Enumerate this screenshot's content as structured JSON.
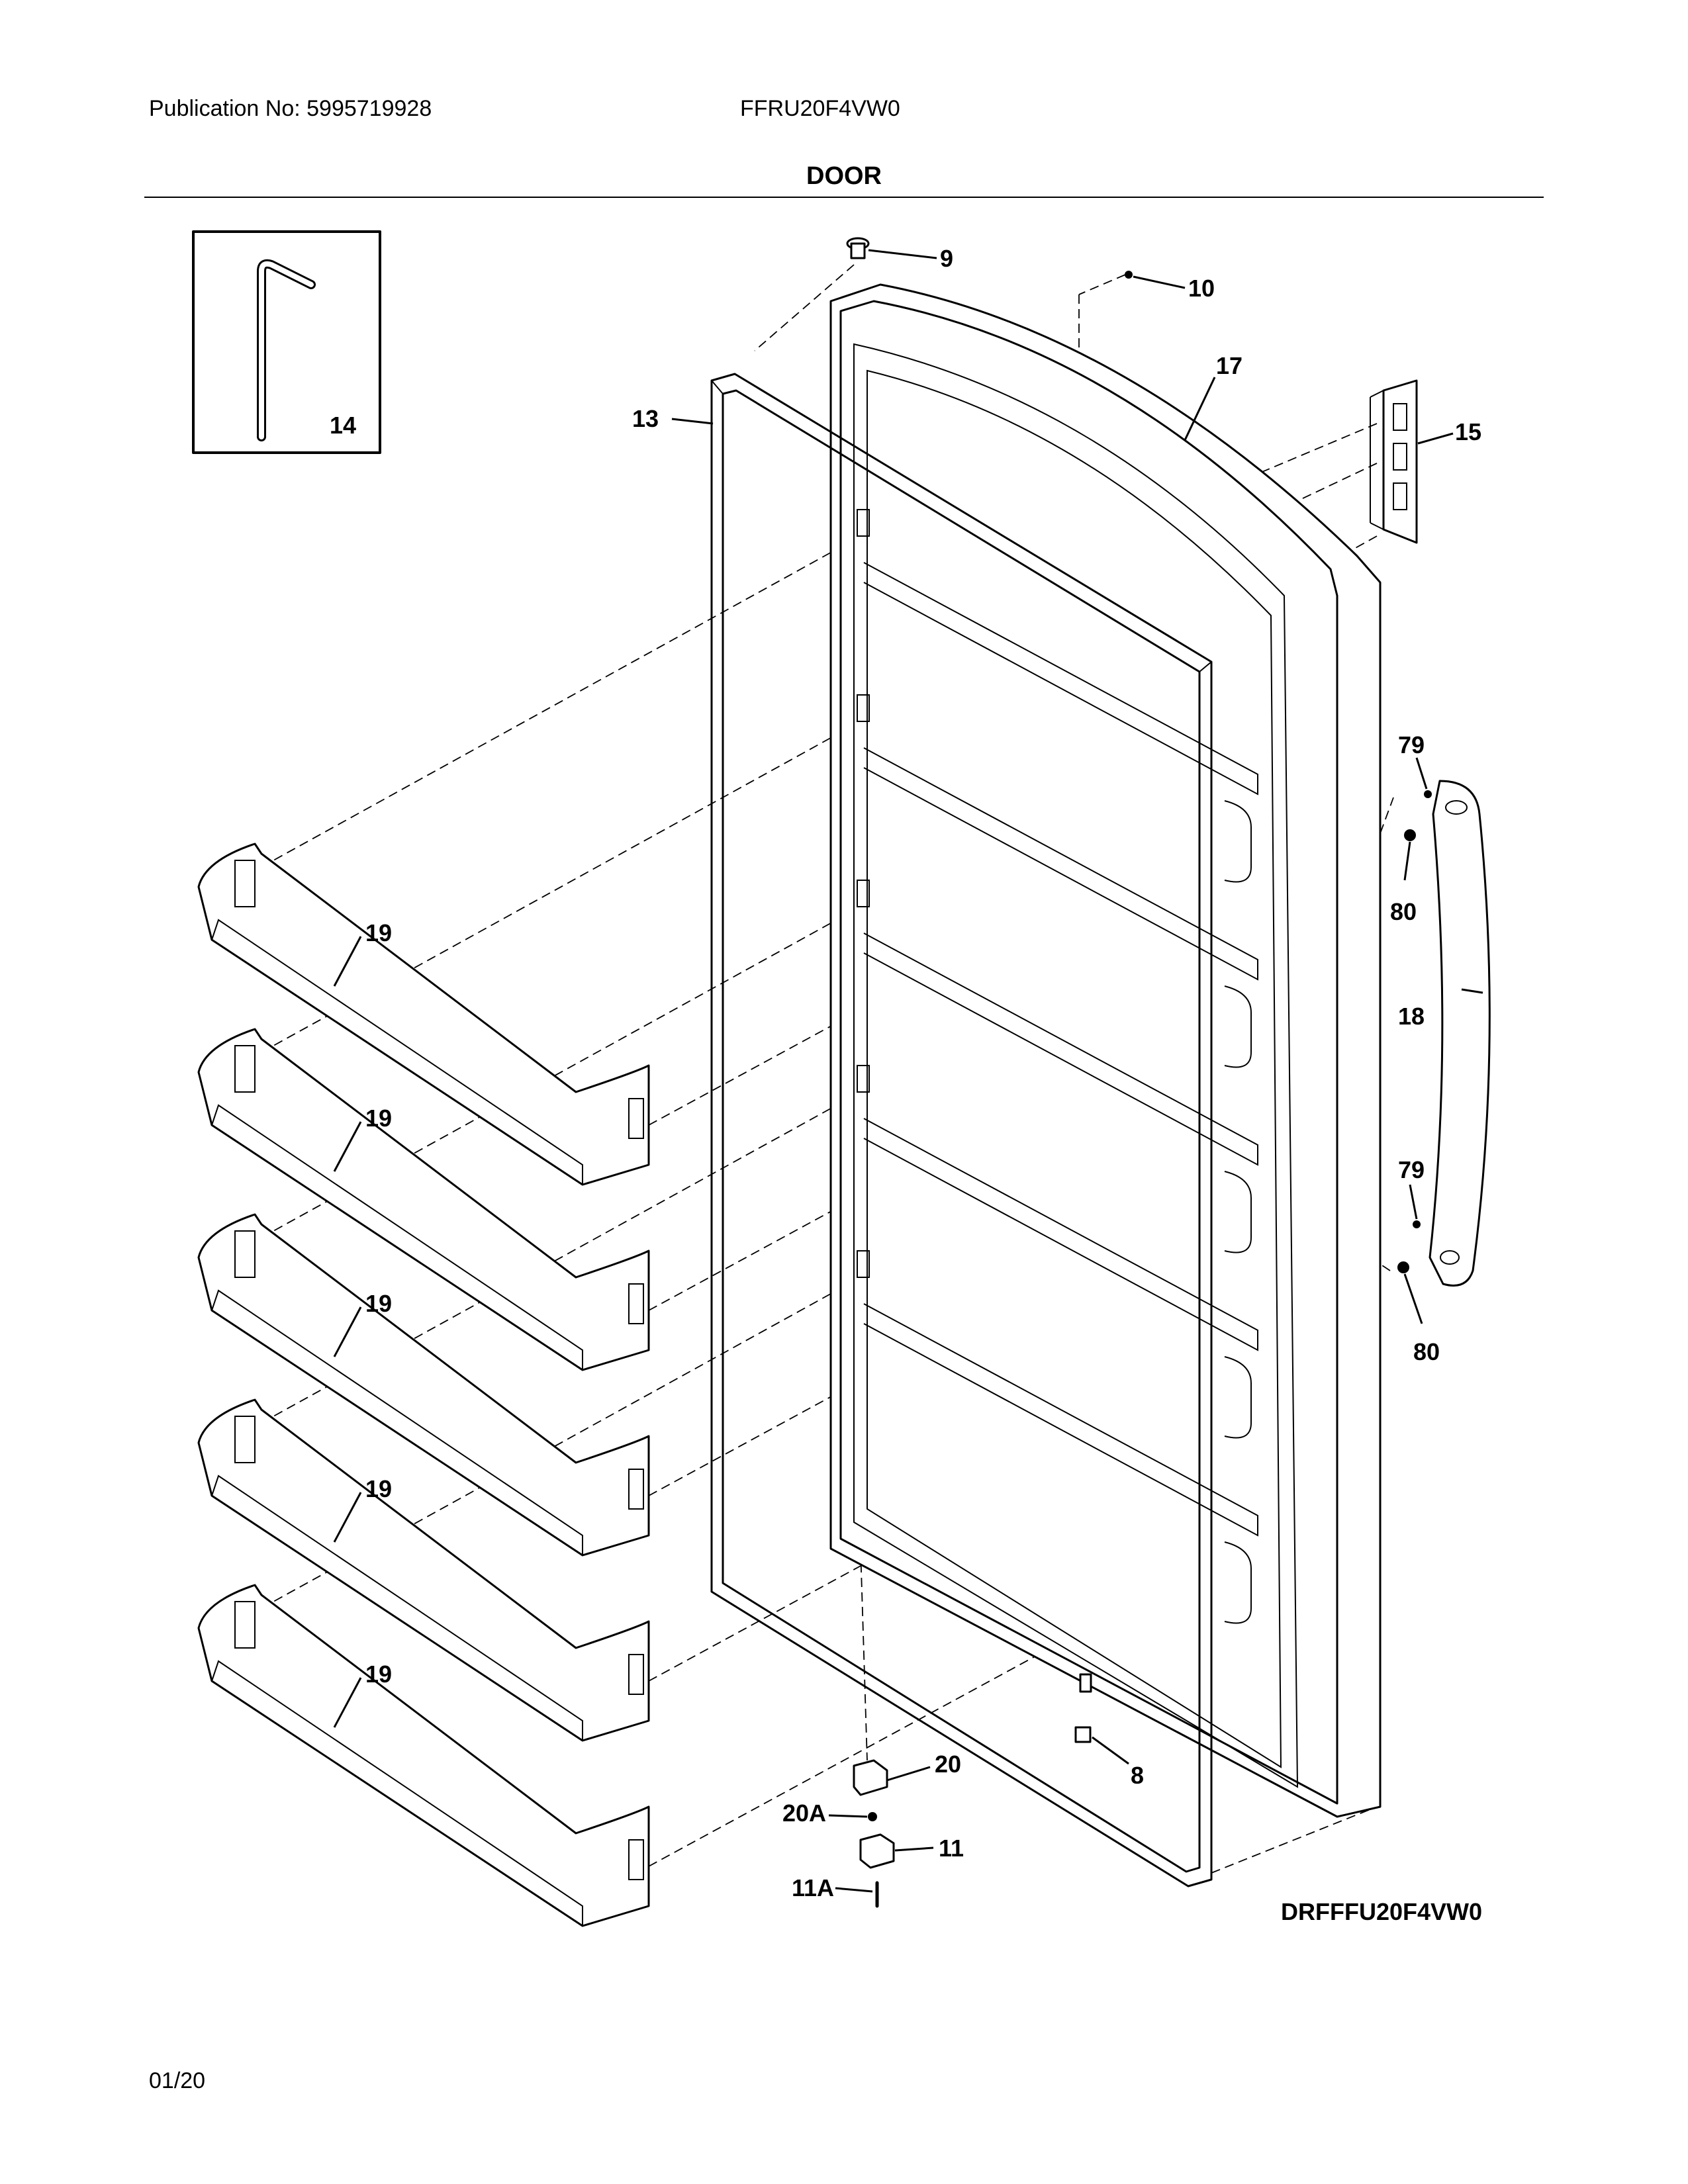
{
  "header": {
    "publication": "Publication No: 5995719928",
    "model": "FFRU20F4VW0",
    "title": "DOOR"
  },
  "footer": {
    "drawing_code": "DRFFFU20F4VW0",
    "date": "01/20"
  },
  "parts": {
    "p8": "8",
    "p9": "9",
    "p10": "10",
    "p11": "11",
    "p11a": "11A",
    "p13": "13",
    "p14": "14",
    "p15": "15",
    "p17": "17",
    "p18": "18",
    "p19": "19",
    "p20": "20",
    "p20a": "20A",
    "p79": "79",
    "p80": "80"
  }
}
